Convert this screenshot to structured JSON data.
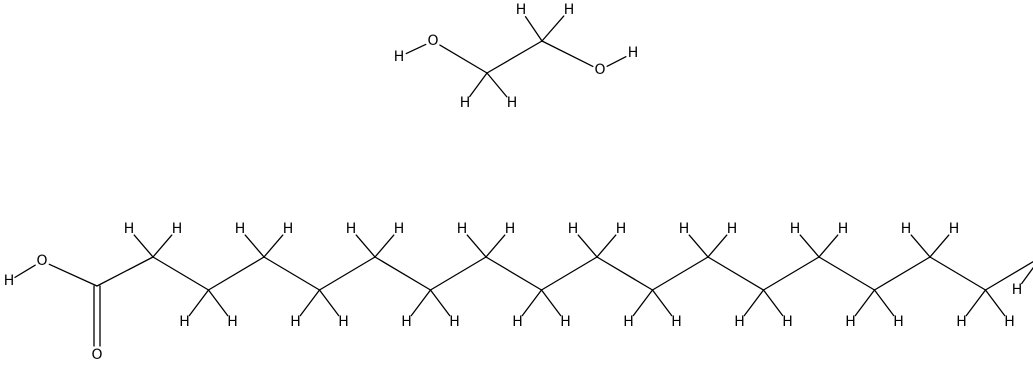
{
  "molecules": [
    {
      "id": "ethylene-glycol",
      "atoms": [
        {
          "id": "o1",
          "el": "O"
        },
        {
          "id": "h_o1",
          "el": "H"
        },
        {
          "id": "c1",
          "el": "C"
        },
        {
          "id": "h_c1a",
          "el": "H"
        },
        {
          "id": "h_c1b",
          "el": "H"
        },
        {
          "id": "c2",
          "el": "C"
        },
        {
          "id": "h_c2a",
          "el": "H"
        },
        {
          "id": "h_c2b",
          "el": "H"
        },
        {
          "id": "o2",
          "el": "O"
        },
        {
          "id": "h_o2",
          "el": "H"
        }
      ],
      "bonds": [
        [
          "h_o1",
          "o1",
          1
        ],
        [
          "o1",
          "c1",
          1
        ],
        [
          "c1",
          "h_c1a",
          1
        ],
        [
          "c1",
          "h_c1b",
          1
        ],
        [
          "c1",
          "c2",
          1
        ],
        [
          "c2",
          "h_c2a",
          1
        ],
        [
          "c2",
          "h_c2b",
          1
        ],
        [
          "c2",
          "o2",
          1
        ],
        [
          "o2",
          "h_o2",
          1
        ]
      ]
    },
    {
      "id": "stearic-acid",
      "chain_carbons": 18,
      "atoms_labeled": [
        "H",
        "O",
        "O",
        "H",
        "H"
      ],
      "carbonyl": {
        "o": "O",
        "order": 2
      },
      "hydroxyl": {
        "o": "O",
        "h": "H"
      }
    }
  ],
  "style": {
    "line_color": "#000000",
    "background": "#ffffff"
  }
}
